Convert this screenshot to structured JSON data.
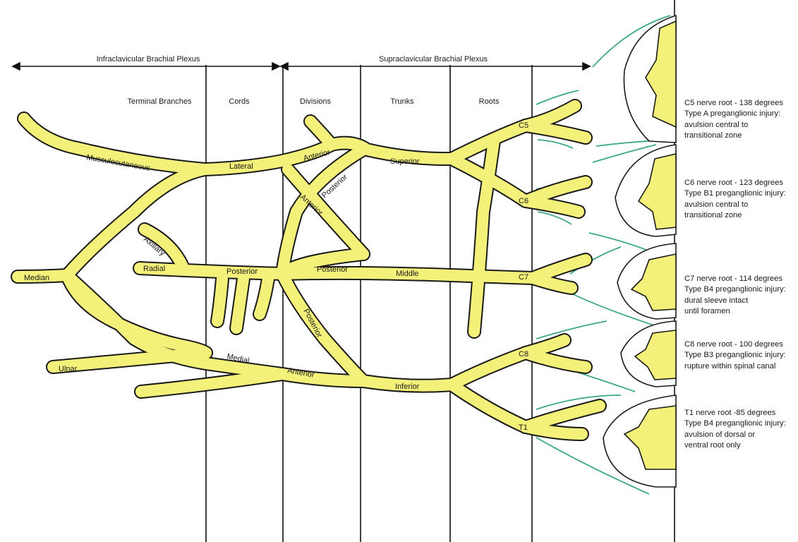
{
  "headers": {
    "infraclavicular": "Infraclavicular Brachial Plexus",
    "supraclavicular": "Supraclavicular Brachial Plexus"
  },
  "columns": {
    "terminal_branches": "Terminal Branches",
    "cords": "Cords",
    "divisions": "Divisions",
    "trunks": "Trunks",
    "roots": "Roots"
  },
  "nerves": {
    "musculocutaneous": "Musculocutaneous",
    "median": "Median",
    "ulnar": "Ulnar",
    "axillary": "Axillary",
    "radial": "Radial",
    "lateral": "Lateral",
    "posterior_cord": "Posterior",
    "medial": "Medial",
    "anterior_upper": "Anterior",
    "posterior_upper": "Posterior",
    "anterior_middle": "Anterior",
    "posterior_middle": "Posterior",
    "posterior_lower": "Posterior",
    "anterior_lower": "Anterior",
    "superior": "Superior",
    "middle": "Middle",
    "inferior": "Inferior"
  },
  "roots": {
    "c5": "C5",
    "c6": "C6",
    "c7": "C7",
    "c8": "C8",
    "t1": "T1"
  },
  "annotations": [
    {
      "id": "c5",
      "lines": [
        "C5 nerve root - 138 degrees",
        "Type A preganglionic injury:",
        "avulsion central to",
        "transitional zone"
      ]
    },
    {
      "id": "c6",
      "lines": [
        "C6 nerve root - 123 degrees",
        "Type B1 preganglionic injury:",
        "avulsion central to",
        "transitional zone"
      ]
    },
    {
      "id": "c7",
      "lines": [
        "C7 nerve root - 114 degrees",
        "Type B4 preganglionic injury:",
        "dural sleeve intact",
        "until foramen"
      ]
    },
    {
      "id": "c8",
      "lines": [
        "C8 nerve root - 100 degrees",
        "Type B3 preganglionic injury:",
        "rupture within spinal canal"
      ]
    },
    {
      "id": "t1",
      "lines": [
        "T1 nerve root -85 degrees",
        "Type B4 preganglionic injury:",
        "avulsion of dorsal or",
        "ventral root only"
      ]
    }
  ],
  "colors": {
    "nerve_fill": "#f3f17a",
    "outline": "#1a1a1a",
    "root_sheath": "#3aa886",
    "background": "#ffffff"
  }
}
